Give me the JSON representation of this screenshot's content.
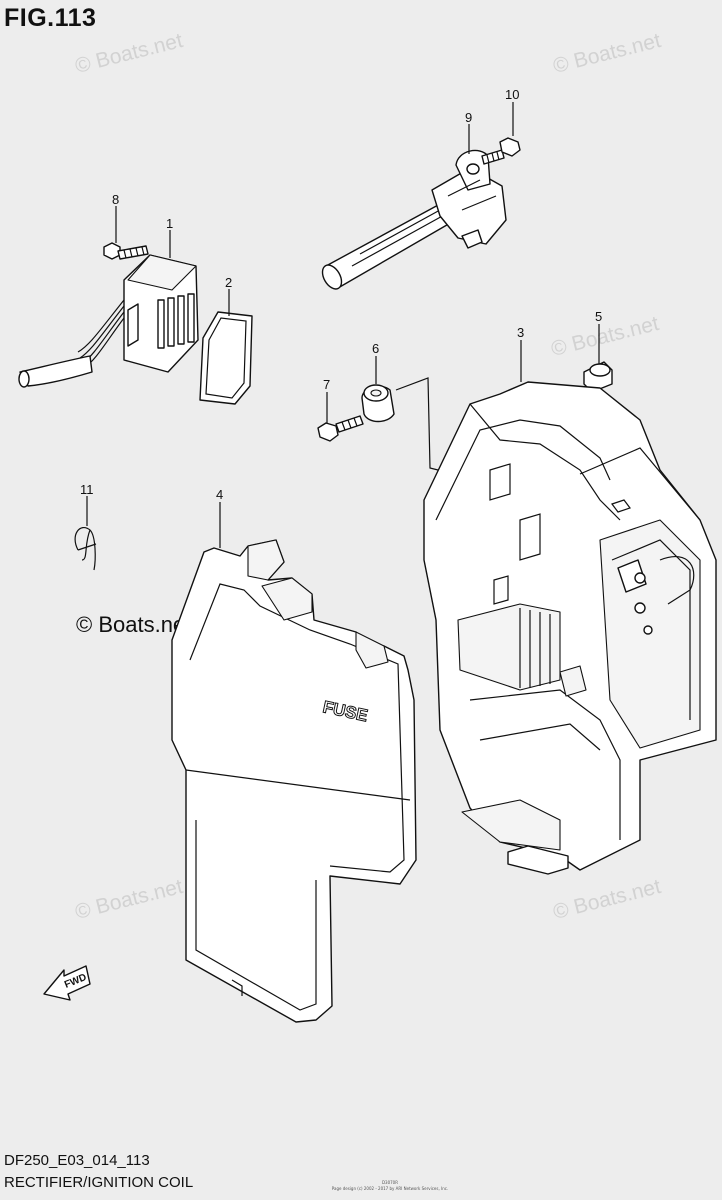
{
  "figure": {
    "title": "FIG.113"
  },
  "footer": {
    "code": "DF250_E03_014_113",
    "name": "RECTIFIER/IGNITION COIL",
    "credit_line1": "D3070R",
    "credit_line2": "Page design (c) 2002 - 2017 by ARI Network Services, Inc."
  },
  "watermark": {
    "text": "© Boats.net"
  },
  "labels": {
    "fwd": "FWD",
    "fuse": "FUSE"
  },
  "callouts": [
    "1",
    "2",
    "3",
    "4",
    "5",
    "6",
    "7",
    "8",
    "9",
    "10",
    "11"
  ]
}
